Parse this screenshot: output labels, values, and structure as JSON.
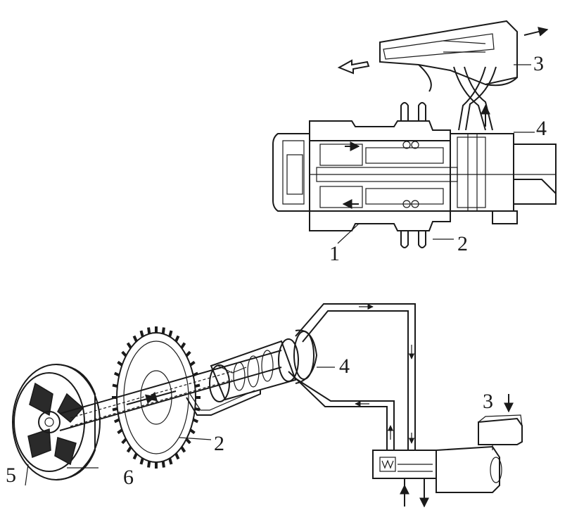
{
  "top_section": {
    "labels": {
      "l1": "1",
      "l2": "2",
      "l3": "3",
      "l4": "4"
    }
  },
  "bottom_section": {
    "labels": {
      "l2": "2",
      "l3": "3",
      "l4": "4",
      "l5": "5",
      "l6": "6"
    }
  },
  "colors": {
    "ink": "#1a1a1a",
    "hatch": "#2a2a2a",
    "background": "#ffffff"
  }
}
